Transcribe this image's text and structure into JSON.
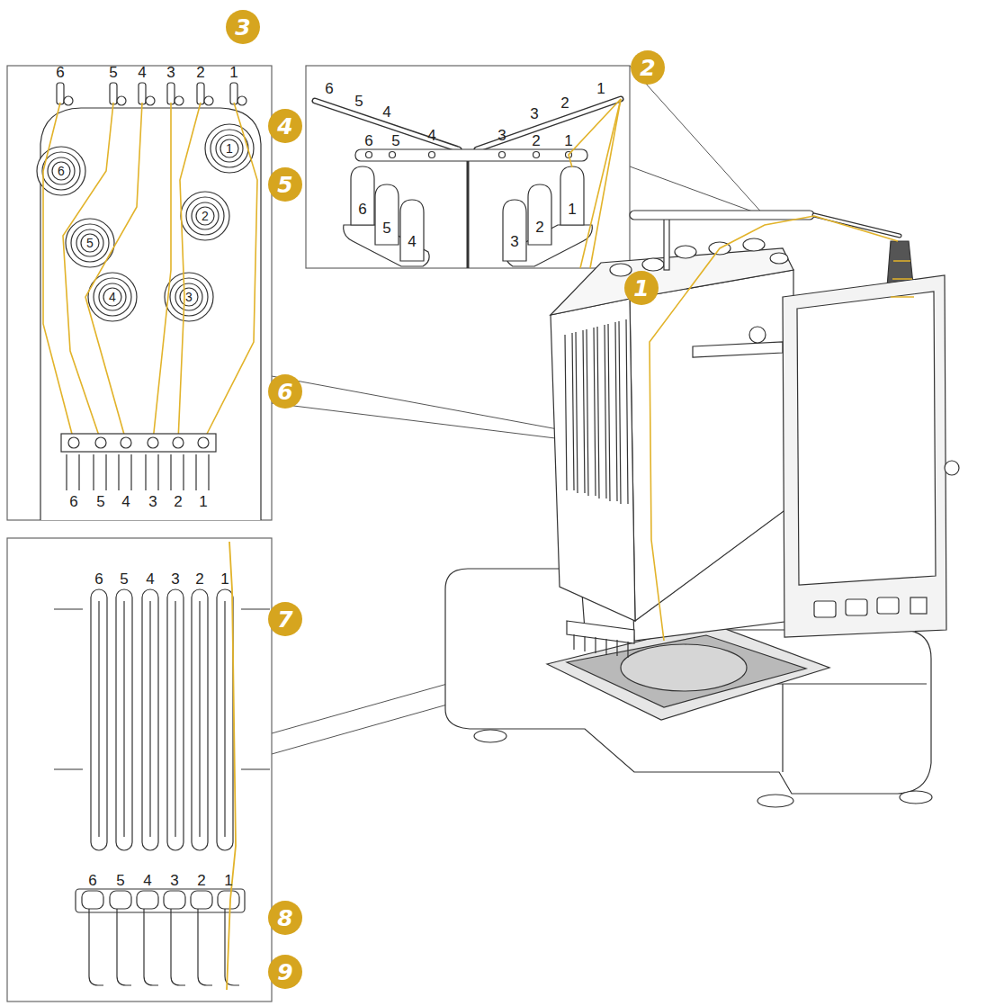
{
  "diagram": {
    "labels": [
      "3",
      "2",
      "4",
      "5",
      "1",
      "6",
      "7",
      "8",
      "9",
      "6",
      "5",
      "4",
      "3",
      "2",
      "1",
      "6",
      "1",
      "5",
      "2",
      "4",
      "3",
      "6",
      "5",
      "4",
      "3",
      "2",
      "1",
      "6",
      "5",
      "4",
      "3",
      "2",
      "1",
      "6",
      "5",
      "4",
      "3",
      "2",
      "1",
      "6",
      "5",
      "4",
      "3",
      "2",
      "1",
      "6",
      "5",
      "4",
      "3",
      "2",
      "1",
      "6",
      "5",
      "4",
      "3",
      "2",
      "1"
    ]
  }
}
